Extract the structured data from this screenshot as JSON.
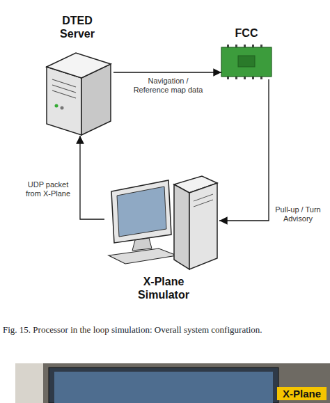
{
  "diagram": {
    "caption": "Fig. 15. Processor in the loop simulation: Overall system configuration.",
    "nodes": [
      {
        "text": [
          "DTED Server"
        ]
      },
      {
        "text": [
          "FCC"
        ]
      },
      {
        "text": [
          "X-Plane Simulator"
        ]
      }
    ],
    "edges": [
      {
        "from": 0,
        "to": 1,
        "label": "Navigation / Reference map data",
        "arrow": "to"
      },
      {
        "from": 1,
        "to": 2,
        "label": "Pull-up / Turn Advisory",
        "arrow": "to"
      },
      {
        "from": 2,
        "to": 0,
        "label": "UDP packet from X-Plane",
        "arrow": "to"
      }
    ],
    "labels": [
      "X-Plane"
    ]
  }
}
